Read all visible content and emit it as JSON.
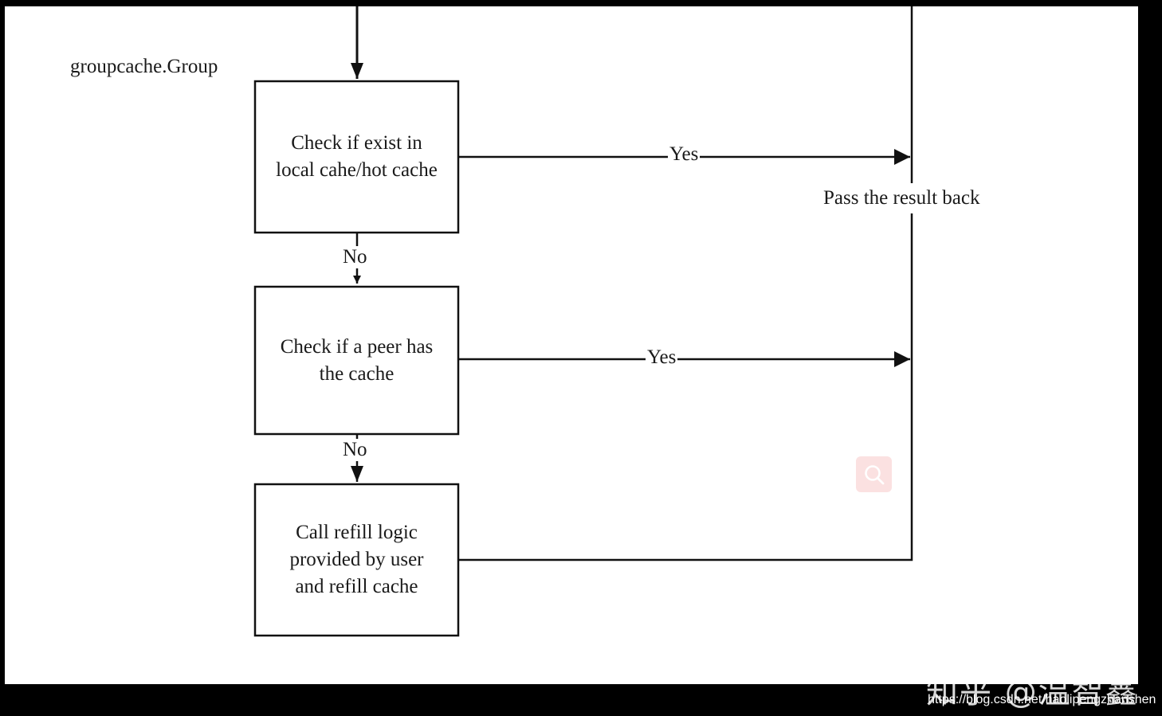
{
  "group_label": "groupcache.Group",
  "boxes": [
    {
      "line1": "Check if exist in",
      "line2": "local cahe/hot cache"
    },
    {
      "line1": "Check if a peer has",
      "line2": "the cache"
    },
    {
      "line1": "Call refill logic",
      "line2": "provided by user",
      "line3": "and refill cache"
    }
  ],
  "edges": {
    "yes_1": "Yes",
    "yes_2": "Yes",
    "no_1": "No",
    "no_2": "No"
  },
  "result_label": "Pass the result back",
  "search_button_icon": "search-icon",
  "watermark": {
    "chinese": "知乎 @温智鑫",
    "url": "https://blog.csdn.net/haolipengzhanshen"
  },
  "colors": {
    "line": "#111111",
    "search_button_bg": "#fbe1e1",
    "search_icon": "#ffffff"
  }
}
